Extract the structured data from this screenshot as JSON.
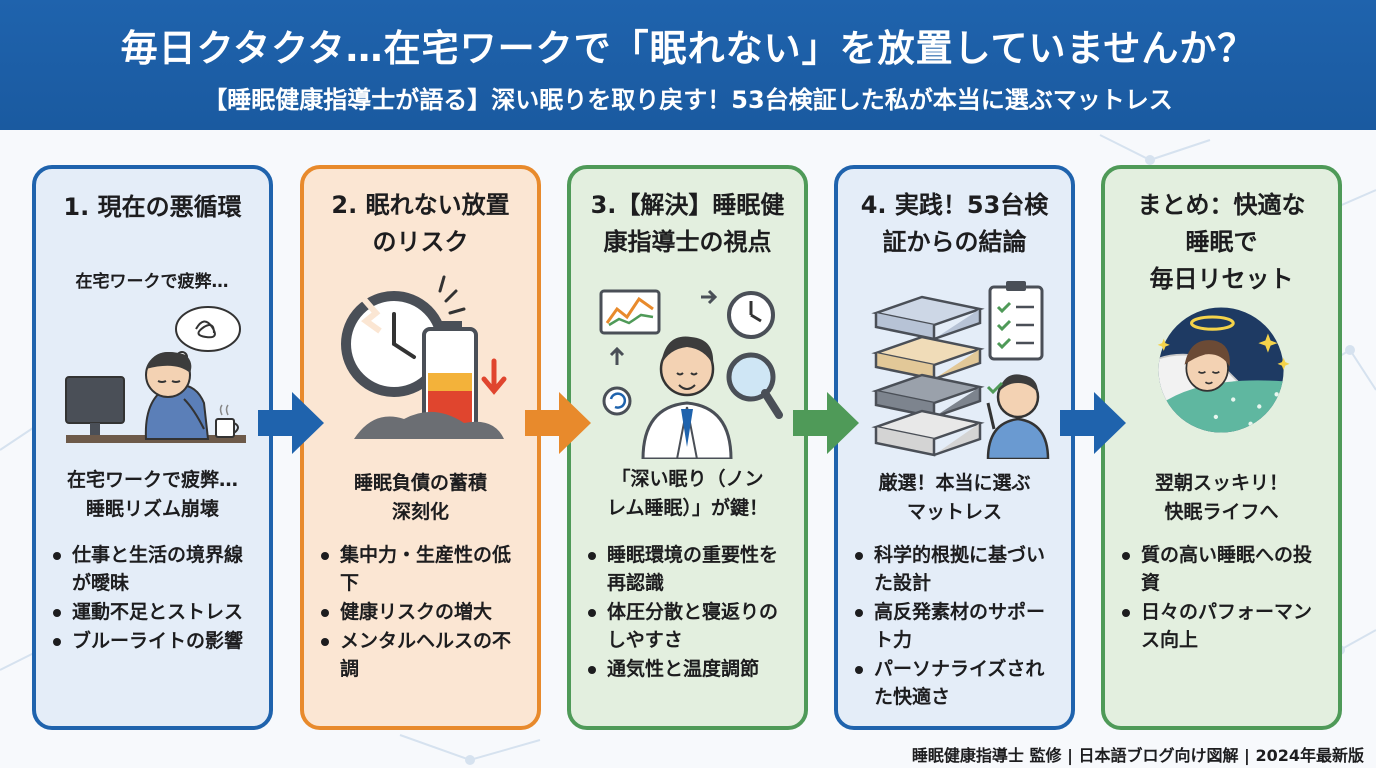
{
  "header": {
    "title": "毎日クタクタ…在宅ワークで「眠れない」を放置していませんか？",
    "subtitle": "【睡眠健康指導士が語る】深い眠りを取り戻す！53台検証した私が本当に選ぶマットレス"
  },
  "colors": {
    "header_blue": "#1f63ad",
    "orange": "#e88a2c",
    "green": "#4f9a58",
    "arrow_blue": "#1f63ad",
    "arrow_orange": "#e88a2c",
    "arrow_green": "#4f9a58"
  },
  "cards": [
    {
      "title": "1. 現在の悪循環",
      "note": "在宅ワークで疲弊…",
      "caption": "在宅ワークで疲弊…\n睡眠リズム崩壊",
      "bullets": [
        "仕事と生活の境界線が曖昧",
        "運動不足とストレス",
        "ブルーライトの影響"
      ],
      "icon": "tired-worker-icon"
    },
    {
      "title": "2. 眠れない放置\nのリスク",
      "caption": "睡眠負債の蓄積\n深刻化",
      "bullets": [
        "集中力・生産性の低下",
        "健康リスクの増大",
        "メンタルヘルスの不調"
      ],
      "icon": "broken-clock-battery-icon"
    },
    {
      "title": "3.【解決】睡眠健\n康指導士の視点",
      "caption": "「深い眠り（ノン\nレム睡眠）」が鍵！",
      "bullets": [
        "睡眠環境の重要性を再認識",
        "体圧分散と寝返りのしやすさ",
        "通気性と温度調節"
      ],
      "icon": "expert-magnifier-icon"
    },
    {
      "title": "4. 実践！53台検\n証からの結論",
      "caption": "厳選！本当に選ぶ\nマットレス",
      "bullets": [
        "科学的根拠に基づいた設計",
        "高反発素材のサポート力",
        "パーソナライズされた快適さ"
      ],
      "icon": "mattress-layers-icon"
    },
    {
      "title": "まとめ：快適な\n睡眠で\n毎日リセット",
      "caption": "翌朝スッキリ！\n快眠ライフへ",
      "bullets": [
        "質の高い睡眠への投資",
        "日々のパフォーマンス向上"
      ],
      "icon": "sleeping-person-icon"
    }
  ],
  "footer": "睡眠健康指導士 監修 | 日本語ブログ向け図解 | 2024年最新版"
}
